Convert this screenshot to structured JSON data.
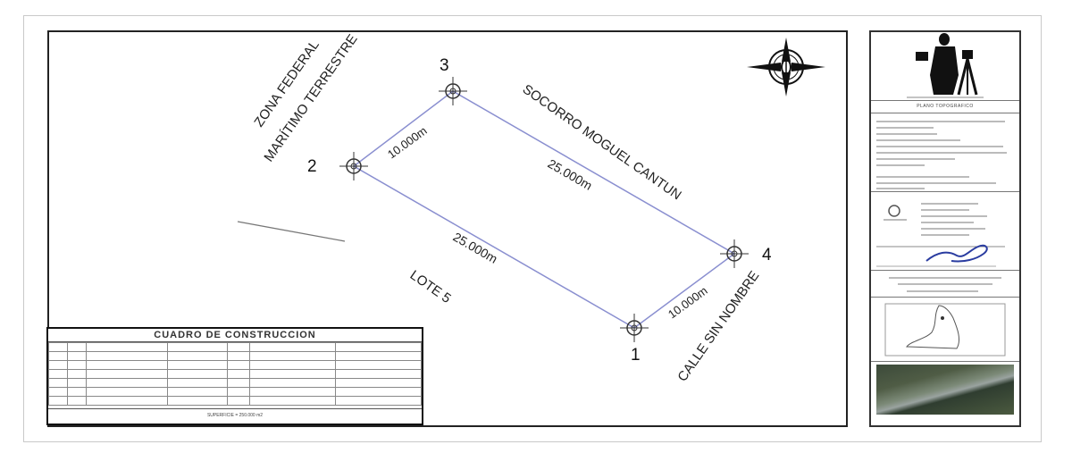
{
  "drawing": {
    "vertices": [
      "1",
      "2",
      "3",
      "4"
    ],
    "sides": {
      "side_2_3": "10.000m",
      "side_3_4": "25.000m",
      "side_2_1": "25.000m",
      "side_4_1": "10.000m"
    },
    "boundaries": {
      "zona_federal_line1": "ZONA FEDERAL",
      "zona_federal_line2": "MARÍTIMO TERRESTRE",
      "northeast": "SOCORRO MOGUEL CANTUN",
      "southwest": "LOTE 5",
      "southeast": "CALLE SIN NOMBRE"
    },
    "colors": {
      "polygon": "#8a8fd0",
      "ink": "#111111",
      "muted": "#555555"
    },
    "icons": [
      "north-arrow-icon",
      "vertex-marker-icon",
      "surveyor-logo-icon",
      "signature-icon"
    ]
  },
  "table": {
    "title": "CUADRO DE CONSTRUCCION",
    "surface": "SUPERFICIE = 250.000 m2"
  },
  "title_block": {
    "heading": "PLANO TOPOGRAFICO"
  }
}
